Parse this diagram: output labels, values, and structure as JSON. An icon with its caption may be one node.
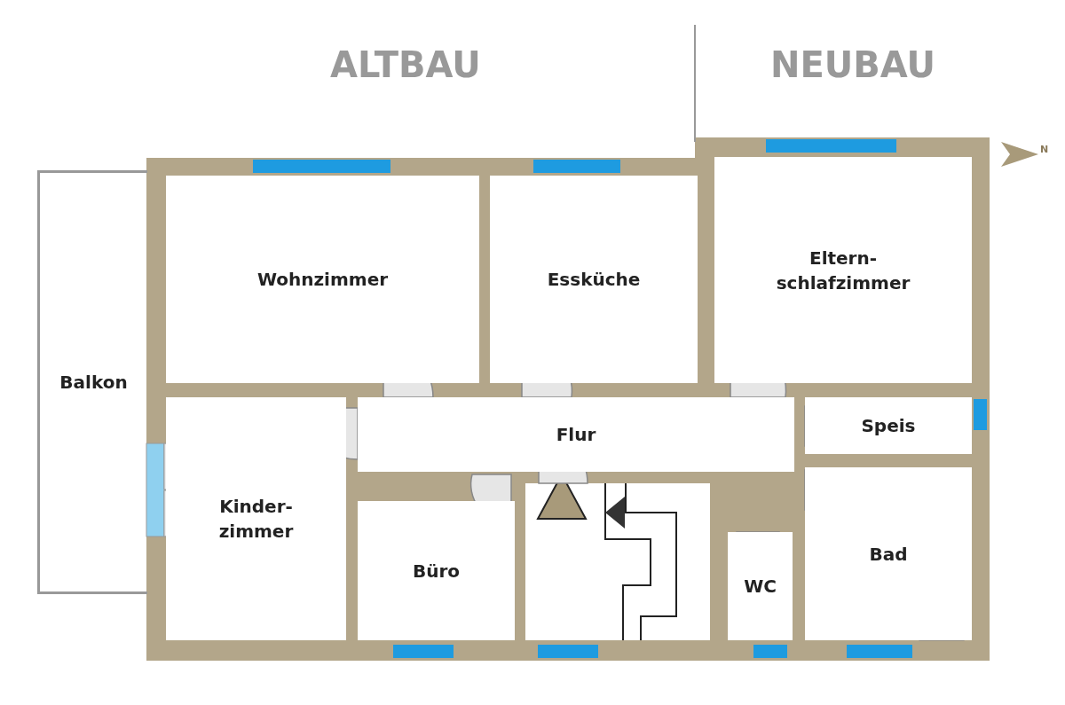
{
  "diagram": {
    "nodes": [
      {
        "text": [
          "Balkon"
        ]
      },
      {
        "text": [
          "Wohnzimmer"
        ]
      },
      {
        "text": [
          "Essküche"
        ]
      },
      {
        "text": [
          "Eltern- schlafzimmer"
        ]
      },
      {
        "text": [
          "Kinder- zimmer"
        ]
      },
      {
        "text": [
          "Flur"
        ]
      },
      {
        "text": [
          "Speis"
        ]
      },
      {
        "text": [
          "Büro"
        ]
      },
      {
        "text": [
          "WC"
        ]
      },
      {
        "text": [
          "Bad"
        ]
      }
    ],
    "labels": [
      "ALTBAU",
      "NEUBAU",
      "N"
    ]
  }
}
